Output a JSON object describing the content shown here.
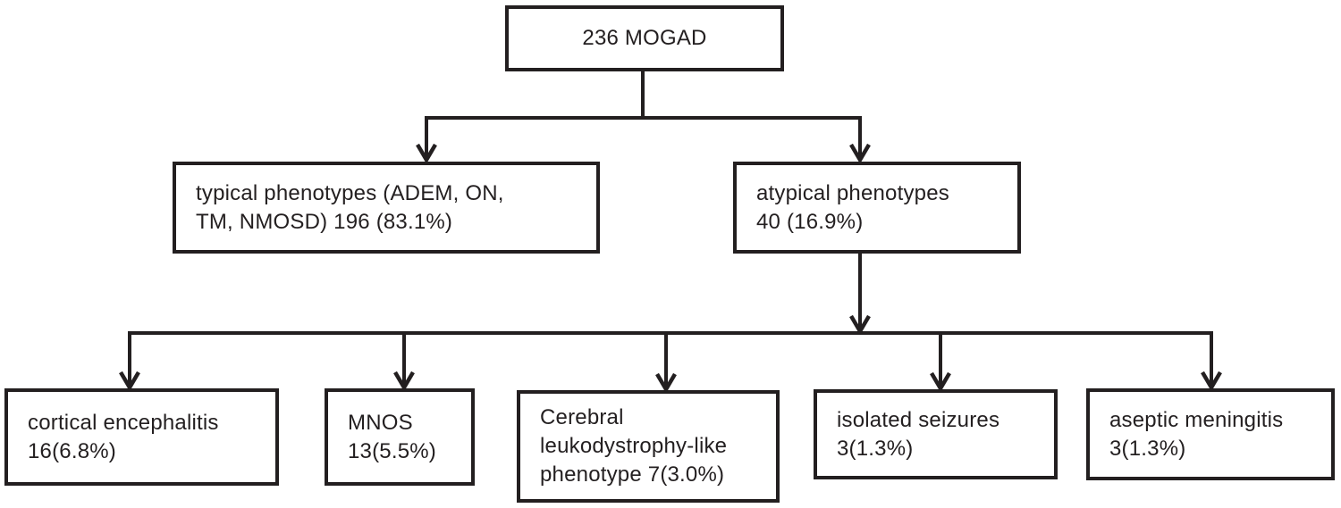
{
  "figure": {
    "type": "flowchart",
    "background_color": "#ffffff",
    "line_color": "#231f20",
    "text_color": "#231f20"
  },
  "nodes": {
    "root": {
      "label": "236 MOGAD",
      "count": 236
    },
    "typical": {
      "label": "typical phenotypes (ADEM, ON,\nTM, NMOSD) 196 (83.1%)",
      "count": 196,
      "percent": "83.1%"
    },
    "atypical": {
      "label": "atypical phenotypes\n40 (16.9%)",
      "count": 40,
      "percent": "16.9%"
    },
    "cortical": {
      "label": "cortical encephalitis\n16(6.8%)",
      "count": 16,
      "percent": "6.8%"
    },
    "mnos": {
      "label": "MNOS\n13(5.5%)",
      "count": 13,
      "percent": "5.5%"
    },
    "cerebral": {
      "label": "Cerebral\nleukodystrophy-like\nphenotype 7(3.0%)",
      "count": 7,
      "percent": "3.0%"
    },
    "isolated": {
      "label": "isolated seizures\n3(1.3%)",
      "count": 3,
      "percent": "1.3%"
    },
    "aseptic": {
      "label": "aseptic meningitis\n3(1.3%)",
      "count": 3,
      "percent": "1.3%"
    }
  },
  "edges": [
    {
      "from": "root",
      "to": "typical"
    },
    {
      "from": "root",
      "to": "atypical"
    },
    {
      "from": "atypical",
      "to": "cortical"
    },
    {
      "from": "atypical",
      "to": "mnos"
    },
    {
      "from": "atypical",
      "to": "cerebral"
    },
    {
      "from": "atypical",
      "to": "isolated"
    },
    {
      "from": "atypical",
      "to": "aseptic"
    }
  ]
}
